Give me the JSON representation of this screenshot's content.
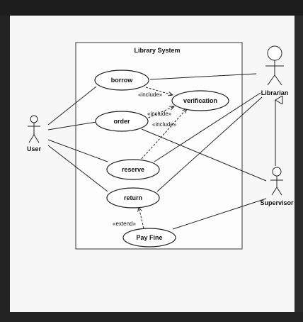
{
  "system": {
    "title": "Library System"
  },
  "use_cases": {
    "borrow": "borrow",
    "verification": "verification",
    "order": "order",
    "reserve": "reserve",
    "return": "return",
    "pay_fine": "Pay Fine"
  },
  "actors": {
    "user": "User",
    "librarian": "Librarian",
    "supervisor": "Supervisor"
  },
  "relations": {
    "include_1": "«include»",
    "include_2": "«include»",
    "include_3": "«include»",
    "extend": "«extend»"
  }
}
